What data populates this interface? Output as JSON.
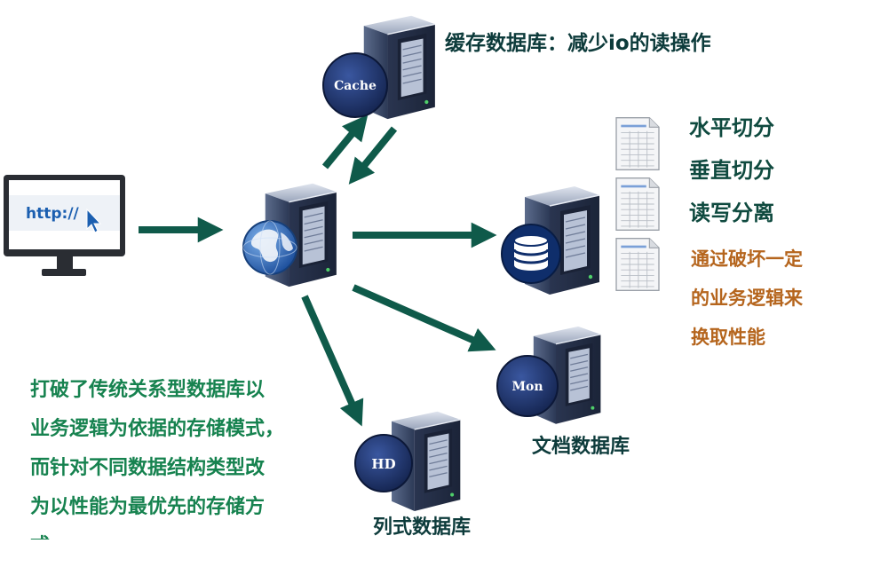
{
  "browser": {
    "url_text": "http://"
  },
  "servers": {
    "cache": {
      "badge": "Cache",
      "caption": "缓存数据库：减少io的读操作"
    },
    "document": {
      "badge": "Mon",
      "caption": "文档数据库"
    },
    "column": {
      "badge": "HD",
      "caption": "列式数据库"
    }
  },
  "sharding": {
    "items": [
      "水平切分",
      "垂直切分",
      "读写分离"
    ],
    "note_lines": [
      "通过破坏一定",
      "的业务逻辑来",
      "换取性能"
    ]
  },
  "description": {
    "lines": [
      "打破了传统关系型数据库以",
      "业务逻辑为依据的存储模式，",
      "而针对不同数据结构类型改",
      "为以性能为最优先的存储方",
      "式"
    ]
  },
  "colors": {
    "arrow": "#0f5a4a",
    "server_body": "#3d4e6e",
    "badge": "#1e3468",
    "globe": "#2f6fc4",
    "caption_text": "#0d3b3b",
    "note_text": "#b5651d",
    "description_text": "#16824f"
  },
  "icons": [
    "monitor-icon",
    "cursor-icon",
    "server-icon",
    "globe-icon",
    "database-icon",
    "document-icon"
  ]
}
